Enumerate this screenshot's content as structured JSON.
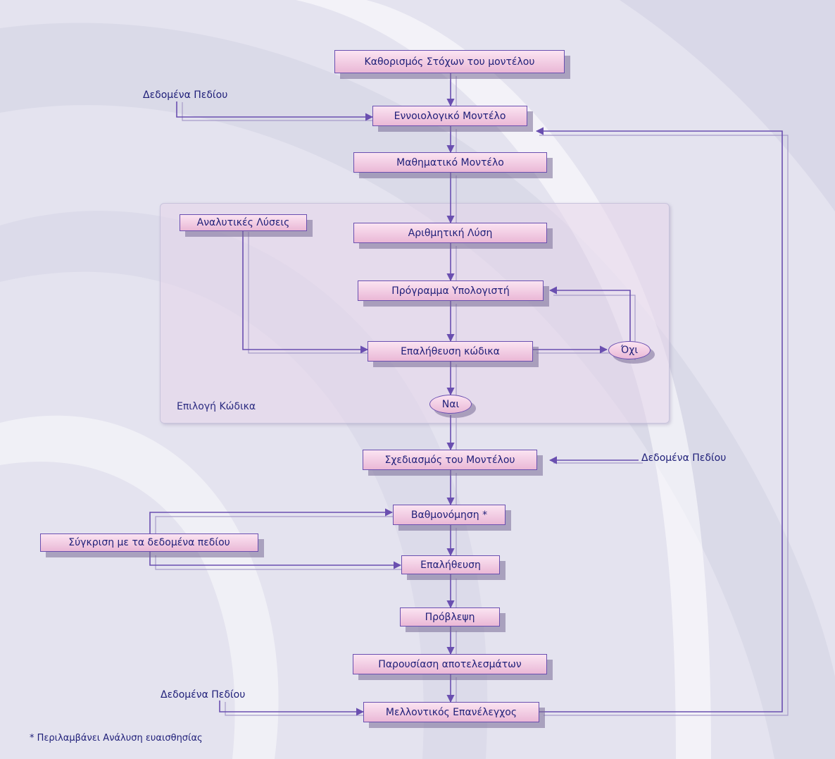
{
  "nodes": {
    "goals": "Καθορισμός Στόχων του μοντέλου",
    "conceptual": "Εννοιολογικό Μοντέλο",
    "mathematical": "Μαθηματικό Μοντέλο",
    "analytical": "Αναλυτικές Λύσεις",
    "numerical": "Αριθμητική Λύση",
    "program": "Πρόγραμμα Υπολογιστή",
    "code_verification": "Επαλήθευση κώδικα",
    "no": "Όχι",
    "yes": "Ναι",
    "design": "Σχεδιασμός του Μοντέλου",
    "calibration": "Βαθμονόμηση *",
    "comparison": "Σύγκριση με τα δεδομένα πεδίου",
    "verification": "Επαλήθευση",
    "prediction": "Πρόβλεψη",
    "results": "Παρουσίαση αποτελεσμάτων",
    "postaudit": "Μελλοντικός Επανέλεγχος"
  },
  "labels": {
    "field_data_top": "Δεδομένα Πεδίου",
    "field_data_mid": "Δεδομένα Πεδίου",
    "field_data_bottom": "Δεδομένα Πεδίου",
    "code_selection": "Επιλογή Κώδικα"
  },
  "footnote": "* Περιλαμβάνει Ανάλυση ευαισθησίας",
  "colors": {
    "background": "#e4e3ef",
    "box_fill_top": "#fbe4f2",
    "box_fill_bottom": "#eab8d6",
    "border": "#6a4fb0",
    "text": "#1e1e78",
    "connector": "#6a4fb0"
  }
}
